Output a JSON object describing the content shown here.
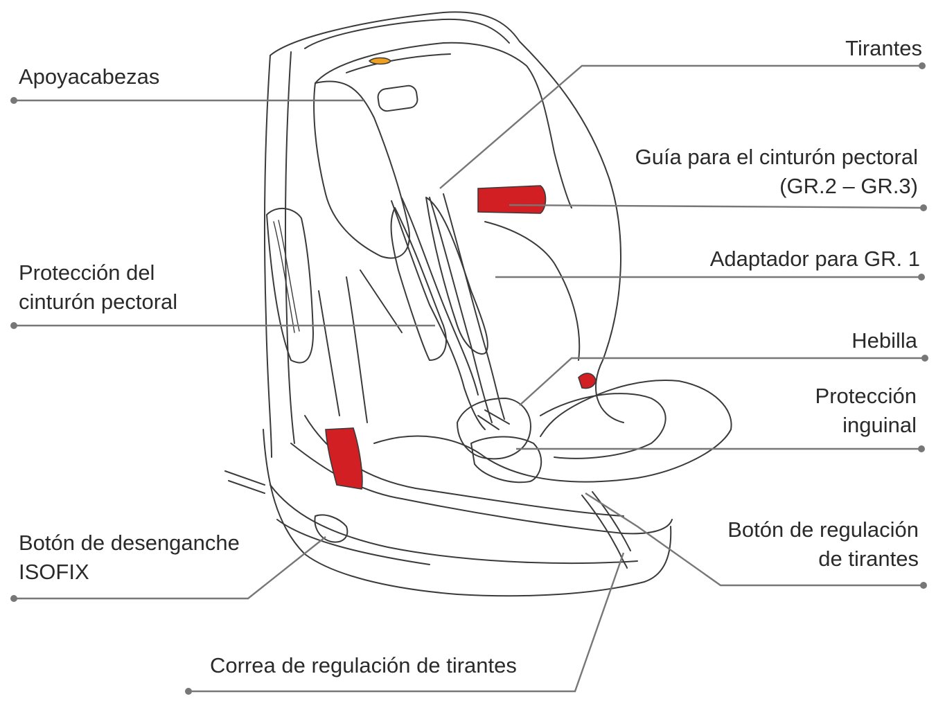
{
  "colors": {
    "outline": "#3a3a3a",
    "leader": "#777777",
    "accent_red": "#d11f24",
    "accent_orange": "#f0a020"
  },
  "callouts": [
    {
      "id": "apoyacabezas",
      "lines": [
        "Apoyacabezas"
      ]
    },
    {
      "id": "proteccion-cinturon",
      "lines": [
        "Protección del",
        "cinturón pectoral"
      ]
    },
    {
      "id": "boton-isofix",
      "lines": [
        "Botón de desenganche",
        "ISOFIX"
      ]
    },
    {
      "id": "correa-regulacion",
      "lines": [
        "Correa de regulación de tirantes"
      ]
    },
    {
      "id": "tirantes",
      "lines": [
        "Tirantes"
      ]
    },
    {
      "id": "guia-cinturon",
      "lines": [
        "Guía para el cinturón pectoral",
        "(GR.2 – GR.3)"
      ]
    },
    {
      "id": "adaptador-gr1",
      "lines": [
        "Adaptador para GR. 1"
      ]
    },
    {
      "id": "hebilla",
      "lines": [
        "Hebilla"
      ]
    },
    {
      "id": "proteccion-inguinal",
      "lines": [
        "Protección",
        "inguinal"
      ]
    },
    {
      "id": "boton-regulacion",
      "lines": [
        "Botón de regulación",
        "de tirantes"
      ]
    }
  ]
}
